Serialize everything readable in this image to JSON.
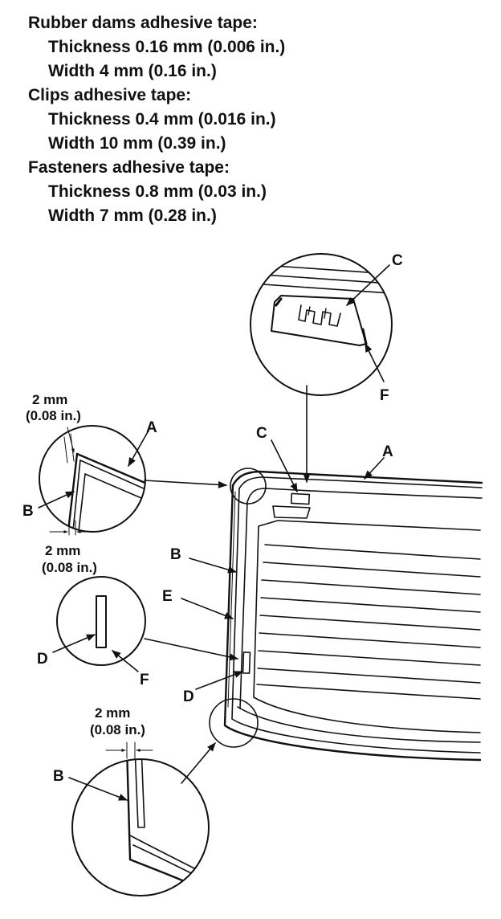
{
  "specs": [
    {
      "heading": "Rubber dams adhesive tape:",
      "thickness": "Thickness 0.16 mm (0.006 in.)",
      "width": "Width 4 mm (0.16 in.)"
    },
    {
      "heading": "Clips adhesive tape:",
      "thickness": "Thickness 0.4 mm (0.016 in.)",
      "width": "Width 10 mm (0.39 in.)"
    },
    {
      "heading": "Fasteners adhesive tape:",
      "thickness": "Thickness 0.8 mm (0.03 in.)",
      "width": "Width 7 mm (0.28 in.)"
    }
  ],
  "labels": {
    "a": "A",
    "b": "B",
    "c": "C",
    "d": "D",
    "e": "E",
    "f": "F"
  },
  "dimensions": {
    "value": "2 mm",
    "inches": "(0.08 in.)"
  },
  "colors": {
    "ink": "#111111",
    "paper": "#ffffff"
  }
}
